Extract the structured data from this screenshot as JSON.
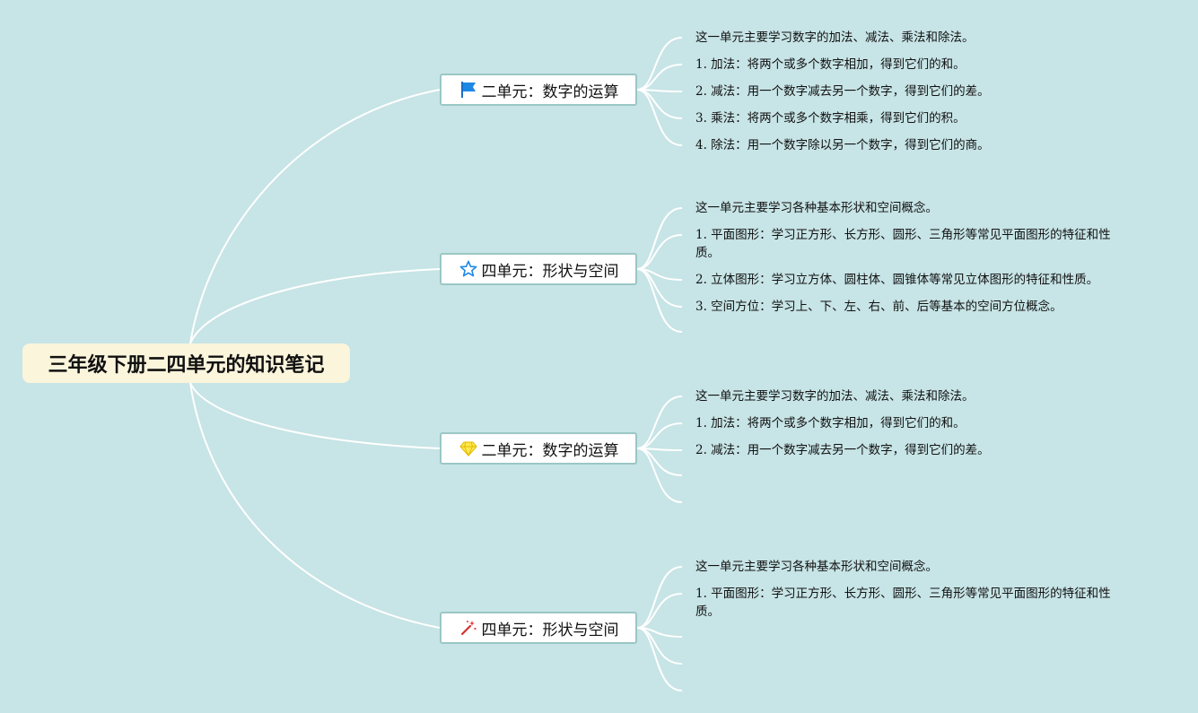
{
  "root": {
    "title": "三年级下册二四单元的知识笔记"
  },
  "branches": [
    {
      "title": "二单元：数字的运算",
      "icon": "blue-flag-icon",
      "leaves": [
        "这一单元主要学习数字的加法、减法、乘法和除法。",
        "1. 加法：将两个或多个数字相加，得到它们的和。",
        "2. 减法：用一个数字减去另一个数字，得到它们的差。",
        "3. 乘法：将两个或多个数字相乘，得到它们的积。",
        "4. 除法：用一个数字除以另一个数字，得到它们的商。"
      ]
    },
    {
      "title": "四单元：形状与空间",
      "icon": "blue-star-icon",
      "leaves": [
        "这一单元主要学习各种基本形状和空间概念。",
        "1. 平面图形：学习正方形、长方形、圆形、三角形等常见平面图形的特征和性质。",
        "2. 立体图形：学习立方体、圆柱体、圆锥体等常见立体图形的特征和性质。",
        "3. 空间方位：学习上、下、左、右、前、后等基本的空间方位概念。",
        ""
      ]
    },
    {
      "title": "二单元：数字的运算",
      "icon": "yellow-diamond-icon",
      "leaves": [
        "这一单元主要学习数字的加法、减法、乘法和除法。",
        "1. 加法：将两个或多个数字相加，得到它们的和。",
        "2. 减法：用一个数字减去另一个数字，得到它们的差。",
        "",
        ""
      ]
    },
    {
      "title": "四单元：形状与空间",
      "icon": "red-magic-wand-icon",
      "leaves": [
        "这一单元主要学习各种基本形状和空间概念。",
        "1. 平面图形：学习正方形、长方形、圆形、三角形等常见平面图形的特征和性质。",
        "",
        "",
        ""
      ]
    }
  ],
  "colors": {
    "background": "#c7e4e6",
    "connector": "#ffffff",
    "root_fill": "#fbf5dc",
    "branch_border": "#9ac7c5"
  }
}
